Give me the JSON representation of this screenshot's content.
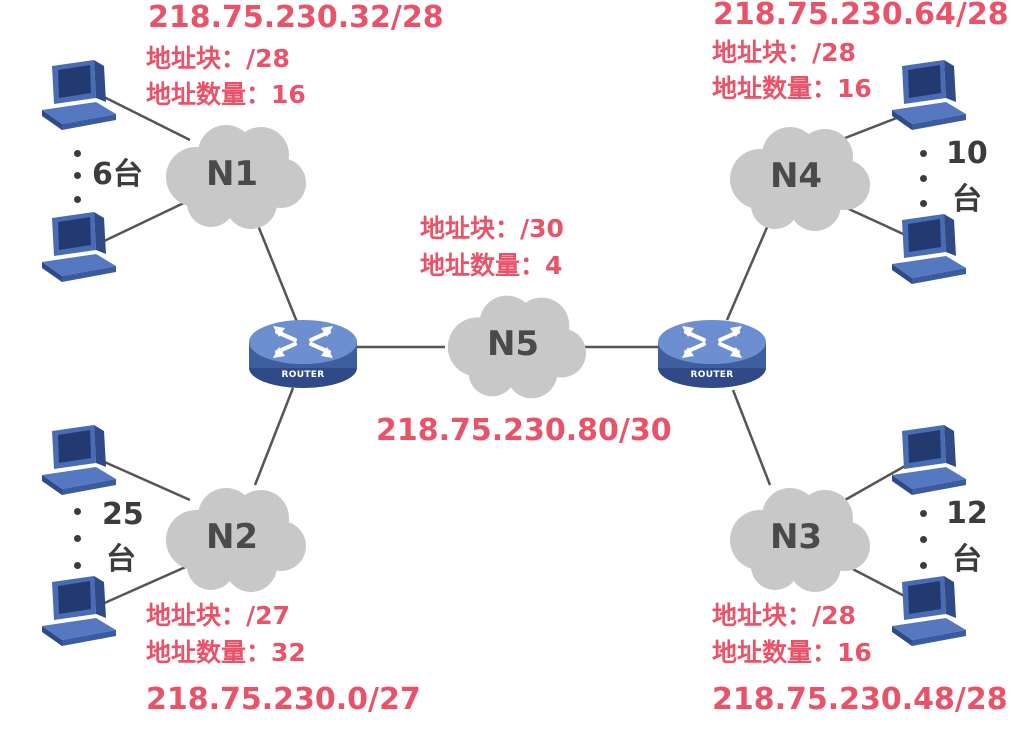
{
  "networks": {
    "n1": {
      "name": "N1",
      "ip": "218.75.230.32/28",
      "block": "地址块：/28",
      "count": "地址数量：16",
      "hosts": "6台"
    },
    "n2": {
      "name": "N2",
      "ip": "218.75.230.0/27",
      "block": "地址块：/27",
      "count": "地址数量：32",
      "hosts_num": "25",
      "hosts_unit": "台"
    },
    "n3": {
      "name": "N3",
      "ip": "218.75.230.48/28",
      "block": "地址块：/28",
      "count": "地址数量：16",
      "hosts_num": "12",
      "hosts_unit": "台"
    },
    "n4": {
      "name": "N4",
      "ip": "218.75.230.64/28",
      "block": "地址块：/28",
      "count": "地址数量：16",
      "hosts_num": "10",
      "hosts_unit": "台"
    },
    "n5": {
      "name": "N5",
      "ip": "218.75.230.80/30",
      "block": "地址块：/30",
      "count": "地址数量：4"
    }
  },
  "routers": {
    "left": "ROUTER",
    "right": "ROUTER"
  },
  "colors": {
    "annotation": "#e8536a",
    "cloud": "#c8c8c8",
    "router": "#3e5f9e",
    "pc": "#3d5da0"
  },
  "icons": {
    "cloud": "cloud-icon",
    "router": "router-icon",
    "computer": "computer-icon"
  }
}
